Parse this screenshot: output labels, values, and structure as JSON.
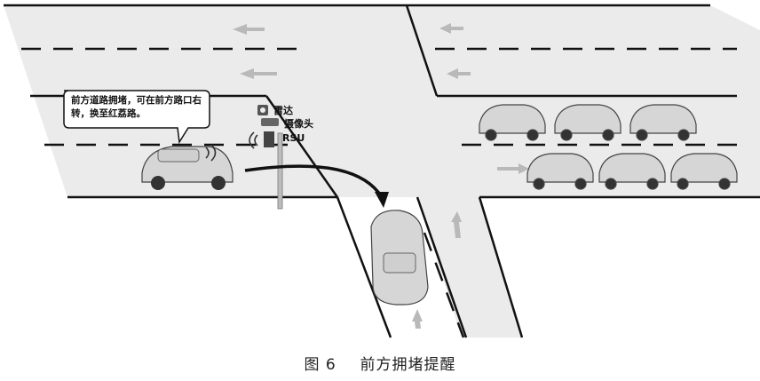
{
  "scene": {
    "speech_bubble": "前方道路拥堵，可在前方路口右转，换至红荔路。",
    "devices": {
      "radar": "雷达",
      "camera": "摄像头",
      "rsu": "RSU"
    },
    "colors": {
      "road": "#ebebeb",
      "road_edge": "#111111",
      "lane_dash": "#111111",
      "arrow": "#b9b9b9",
      "car_body": "#d9d9d9",
      "route_arrow": "#111111"
    }
  },
  "caption": {
    "figure_no": "图 6",
    "title": "前方拥堵提醒"
  }
}
